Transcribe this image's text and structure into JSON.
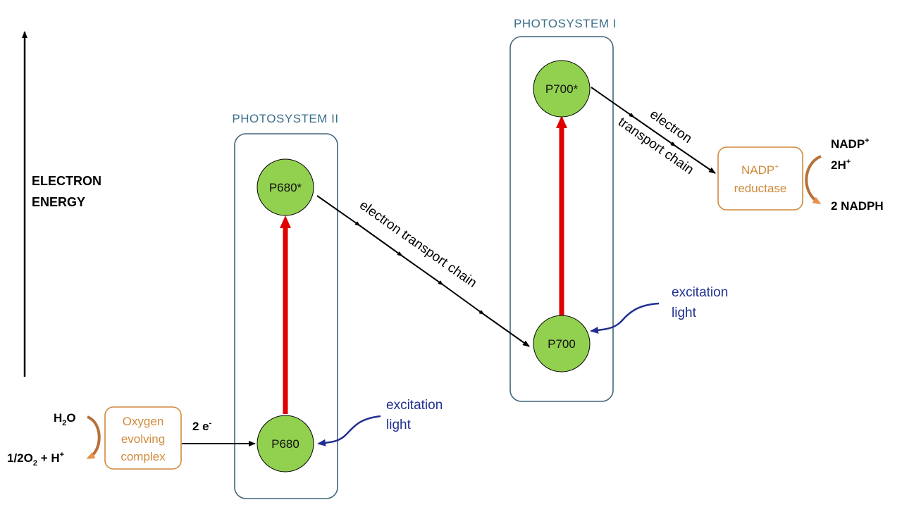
{
  "axis": {
    "label_line1": "ELECTRON",
    "label_line2": "ENERGY"
  },
  "photosystem_ii": {
    "title": "PHOTOSYSTEM II",
    "ground": "P680",
    "excited": "P680*"
  },
  "photosystem_i": {
    "title": "PHOTOSYSTEM I",
    "ground": "P700",
    "excited": "P700*"
  },
  "excitation_ii": {
    "line1": "excitation",
    "line2": "light"
  },
  "excitation_i": {
    "line1": "excitation",
    "line2": "light"
  },
  "etc_ii": {
    "text": "electron transport chain"
  },
  "etc_i": {
    "line1": "electron",
    "line2": "transport chain"
  },
  "oxygen_complex": {
    "line1": "Oxygen",
    "line2": "evolving",
    "line3": "complex"
  },
  "water": {
    "h2o_H": "H",
    "h2o_sub": "2",
    "h2o_O": "O",
    "o2_pre": "1/2O",
    "o2_sub": "2",
    "o2_mid": " + H",
    "o2_sup": "+"
  },
  "electrons": {
    "base": "2 e",
    "sup": "-"
  },
  "nadp_reductase": {
    "line1_base": "NADP",
    "line1_sup": "+",
    "line2": "reductase"
  },
  "nadp_inputs": {
    "nadp_base": "NADP",
    "nadp_sup": "+",
    "h_base": "2H",
    "h_sup": "+"
  },
  "nadph_output": {
    "text": "2 NADPH"
  },
  "colors": {
    "node_fill": "#92d050",
    "excitation_arrow": "#c00000",
    "box_stroke": "#41657a",
    "title_color": "#3b6e8a",
    "light_color": "#1f2f8f",
    "enzyme_color": "#d08a3c",
    "curved_arrow": "#b8703a"
  }
}
